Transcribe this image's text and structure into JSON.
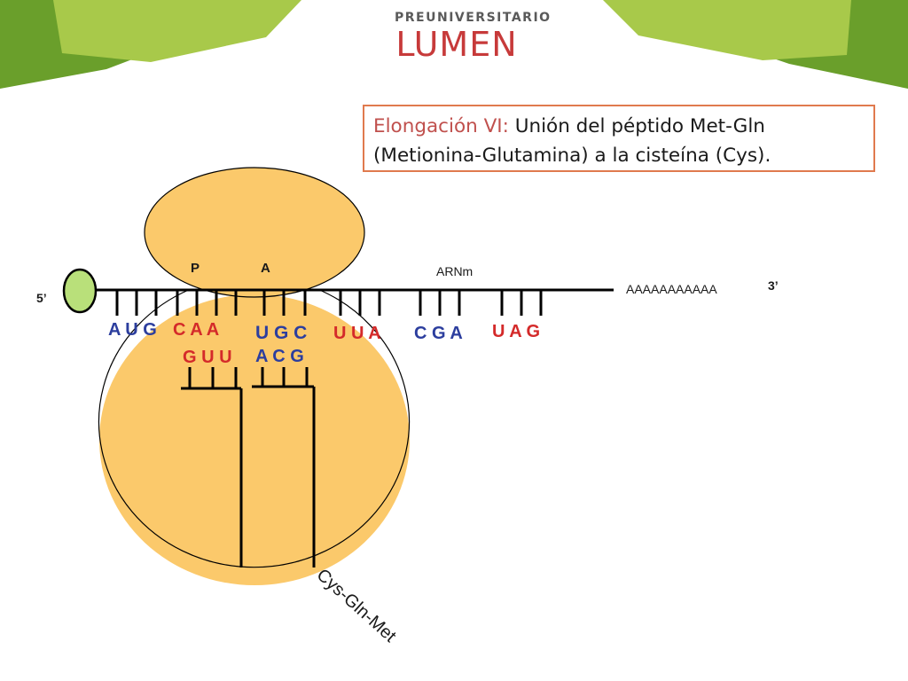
{
  "header": {
    "logo_top": "PREUNIVERSITARIO",
    "logo_main": "LUMEN",
    "colors": {
      "green_dark": "#6a9f2b",
      "green_light": "#a8c94a"
    }
  },
  "title": {
    "prefix": "Elongación VI:",
    "line1_rest": " Unión del péptido Met-Gln",
    "line2": "(Metionina-Glutamina)  a la cisteína (Cys)."
  },
  "diagram": {
    "five_prime": "5’",
    "three_prime": "3’",
    "site_p": "P",
    "site_a": "A",
    "mrna_label": "ARNm",
    "polyA": "AAAAAAAAAAA",
    "mrna_codons": [
      {
        "text": "A U G",
        "color": "#2c3e9e"
      },
      {
        "text": "C A A",
        "color": "#d42a2a"
      },
      {
        "text": "U G C",
        "color": "#2c3e9e"
      },
      {
        "text": "U U A",
        "color": "#d42a2a"
      },
      {
        "text": "C G A",
        "color": "#2c3e9e"
      },
      {
        "text": "U A G",
        "color": "#d42a2a"
      }
    ],
    "anticodons": [
      {
        "text": "G U U",
        "color": "#d42a2a"
      },
      {
        "text": "A C G",
        "color": "#2c3e9e"
      }
    ],
    "peptide": "Cys-Gln-Met",
    "colors": {
      "ribosome": "#fbc96b",
      "cap": "#b9e07a",
      "line": "#000000"
    }
  }
}
